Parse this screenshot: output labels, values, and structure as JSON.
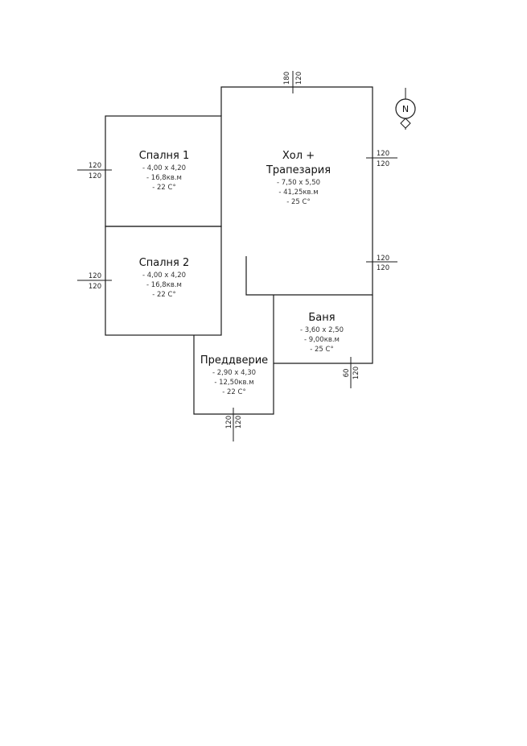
{
  "rooms": {
    "bedroom1": {
      "name": "Спалня 1",
      "size": "- 4,00 x 4,20",
      "area": "- 16,8кв.м",
      "temp": "- 22 C°"
    },
    "bedroom2": {
      "name": "Спалня 2",
      "size": "- 4,00 x 4,20",
      "area": "- 16,8кв.м",
      "temp": "- 22 C°"
    },
    "hall": {
      "name_line1": "Хол +",
      "name_line2": "Трапезария",
      "size": "- 7,50 x 5,50",
      "area": "- 41,25кв.м",
      "temp": "- 25 C°"
    },
    "bath": {
      "name": "Баня",
      "size": "- 3,60 x 2,50",
      "area": "- 9,00кв.м",
      "temp": "- 25 C°"
    },
    "vestibule": {
      "name": "Преддверие",
      "size": "- 2,90 x 4,30",
      "area": "- 12,50кв.м",
      "temp": "- 22 C°"
    }
  },
  "dimensions": {
    "top_a": "180",
    "top_b": "120",
    "left1_a": "120",
    "left1_b": "120",
    "left2_a": "120",
    "left2_b": "120",
    "right1_a": "120",
    "right1_b": "120",
    "right2_a": "120",
    "right2_b": "120",
    "bath_a": "60",
    "bath_b": "120",
    "bottom_a": "120",
    "bottom_b": "120"
  },
  "compass": {
    "letter": "N"
  }
}
